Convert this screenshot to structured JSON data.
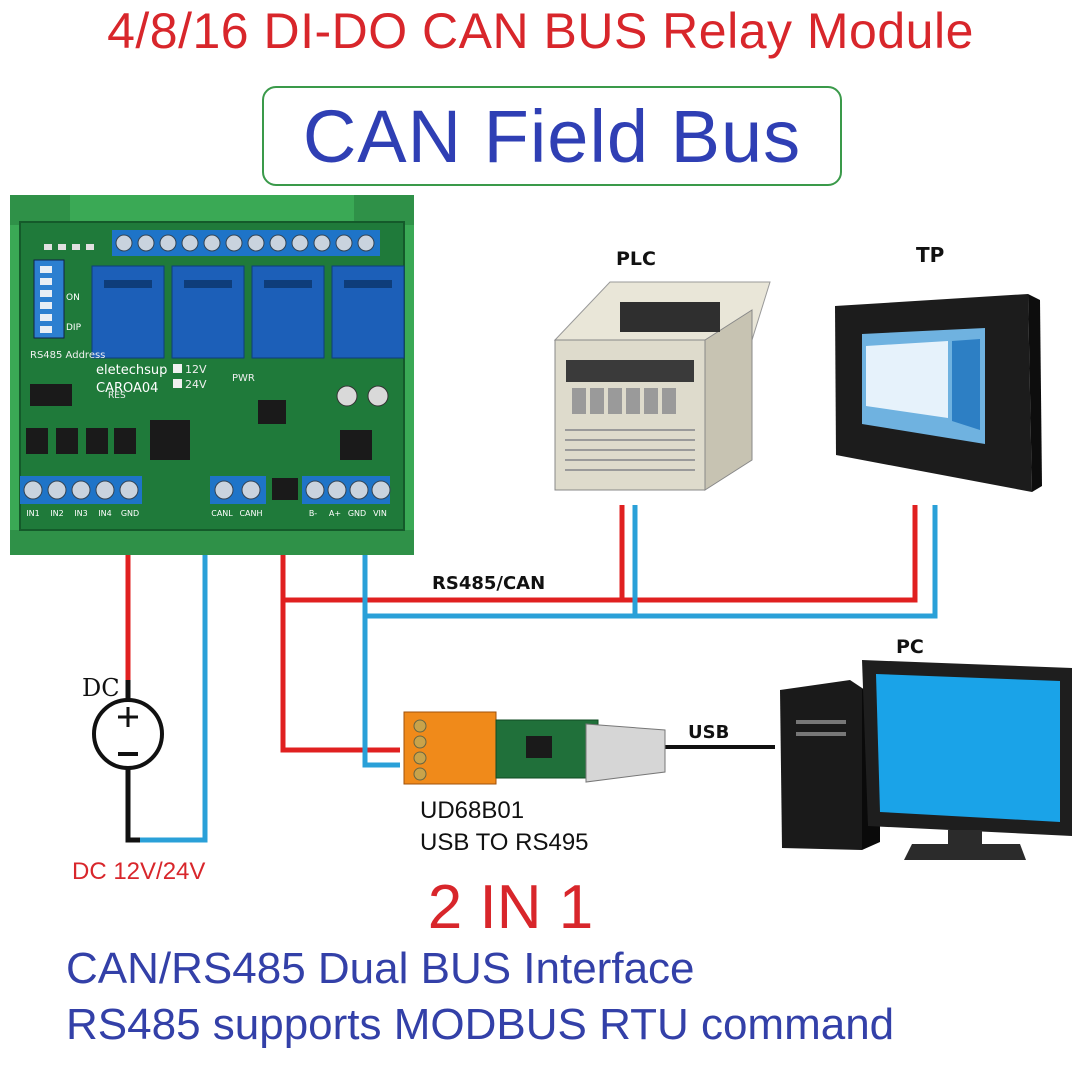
{
  "header": {
    "title": "4/8/16 DI-DO CAN BUS Relay Module",
    "subtitle": "CAN Field Bus"
  },
  "module": {
    "name": "relay-module",
    "brand": "eletechsup",
    "model": "CAROA04",
    "address_label": "RS485 Address",
    "voltage_options": [
      "12V",
      "24V"
    ],
    "pwr_label": "PWR",
    "res_label": "RES",
    "dip_label": "DIP",
    "on_label": "ON",
    "terminals_left": [
      "IN1",
      "IN2",
      "IN3",
      "IN4",
      "GND"
    ],
    "terminals_mid": [
      "CANL",
      "CANH"
    ],
    "terminals_right": [
      "B-",
      "A+",
      "GND",
      "VIN"
    ]
  },
  "devices": {
    "plc_label": "PLC",
    "tp_label": "TP",
    "pc_label": "PC"
  },
  "bus": {
    "label": "RS485/CAN"
  },
  "power": {
    "symbol_label": "DC",
    "supply_label": "DC 12V/24V"
  },
  "adapter": {
    "model": "UD68B01",
    "description": "USB TO RS495",
    "link_label": "USB"
  },
  "footer": {
    "headline": "2 IN 1",
    "feature1": "CAN/RS485 Dual BUS Interface",
    "feature2": "RS485 supports MODBUS RTU command"
  },
  "colors": {
    "title_red": "#d8262b",
    "subtitle_blue": "#2f3fb4",
    "wire_red": "#e02020",
    "wire_blue": "#2aa0d8",
    "pcb_green": "#1f7a3a",
    "rail_green": "#3aa955",
    "screen_blue": "#1aa3e8"
  }
}
